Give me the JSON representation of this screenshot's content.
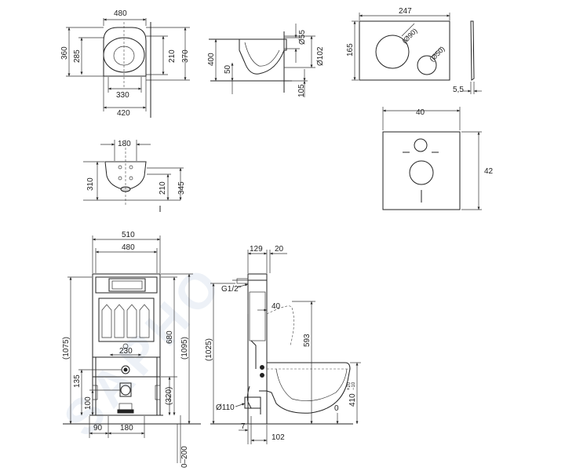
{
  "watermark": "SAPHO",
  "pan_top": {
    "width": "480",
    "outer": "360",
    "inner": "285",
    "holes_a": "210",
    "holes_b": "370",
    "base": "330",
    "depth": "420"
  },
  "pan_side": {
    "height": "400",
    "outlet_h": "50",
    "d_outlet": "Ø55",
    "d_pipe": "Ø102",
    "drop": "105"
  },
  "button": {
    "width": "247",
    "height": "165",
    "big": "(Ø90)",
    "small": "(Ø50)",
    "thickness": "5,5"
  },
  "mat": {
    "width": "40",
    "height": "42"
  },
  "pan_front": {
    "width": "180",
    "height": "310",
    "holes": "210",
    "total": "345"
  },
  "frame": {
    "w_outer": "510",
    "w_inner": "480",
    "h_total": "(1075)",
    "h_outer": "(1095)",
    "h_mid": "680",
    "h_low": "(320)",
    "left_a": "135",
    "left_b": "100",
    "spacing": "230",
    "base_a": "90",
    "base_b": "180",
    "adjust": "0–200"
  },
  "frame_side": {
    "d_a": "129",
    "d_b": "20",
    "thread": "G1/2\"",
    "offset": "40",
    "h_total": "(1025)",
    "h_outlet": "593",
    "d_pipe": "Ø110",
    "seat": "410",
    "tol_up": "+20",
    "tol_dn": "−10",
    "floor": "0",
    "b_a": "7",
    "b_b": "102"
  }
}
